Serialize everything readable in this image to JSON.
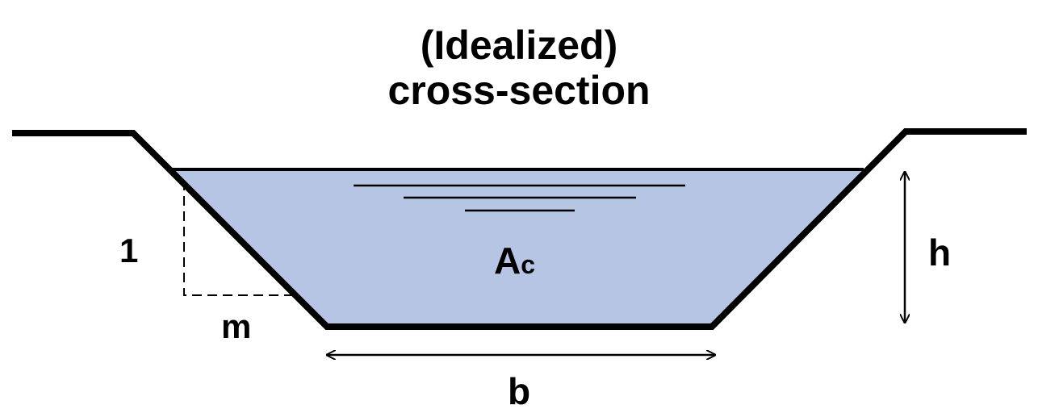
{
  "title": {
    "line1": "(Idealized)",
    "line2": "cross-section"
  },
  "labels": {
    "area_main": "A",
    "area_sub": "c",
    "height": "h",
    "bottom_width": "b",
    "slope_rise": "1",
    "slope_run": "m"
  },
  "colors": {
    "water": "#b7c5e5",
    "stroke": "#000000"
  }
}
